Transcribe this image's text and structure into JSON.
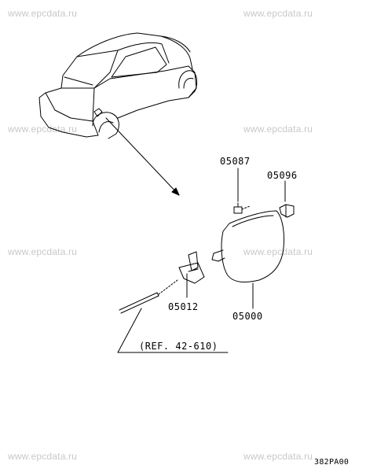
{
  "watermarks": [
    "www.epcdata.ru",
    "www.epcdata.ru",
    "www.epcdata.ru",
    "www.epcdata.ru",
    "www.epcdata.ru",
    "www.epcdata.ru",
    "www.epcdata.ru",
    "www.epcdata.ru"
  ],
  "parts": {
    "p05087": "05087",
    "p05096": "05096",
    "p05012": "05012",
    "p05000": "05000"
  },
  "reference": "(REF. 42-610)",
  "diagram_code": "382PA00"
}
